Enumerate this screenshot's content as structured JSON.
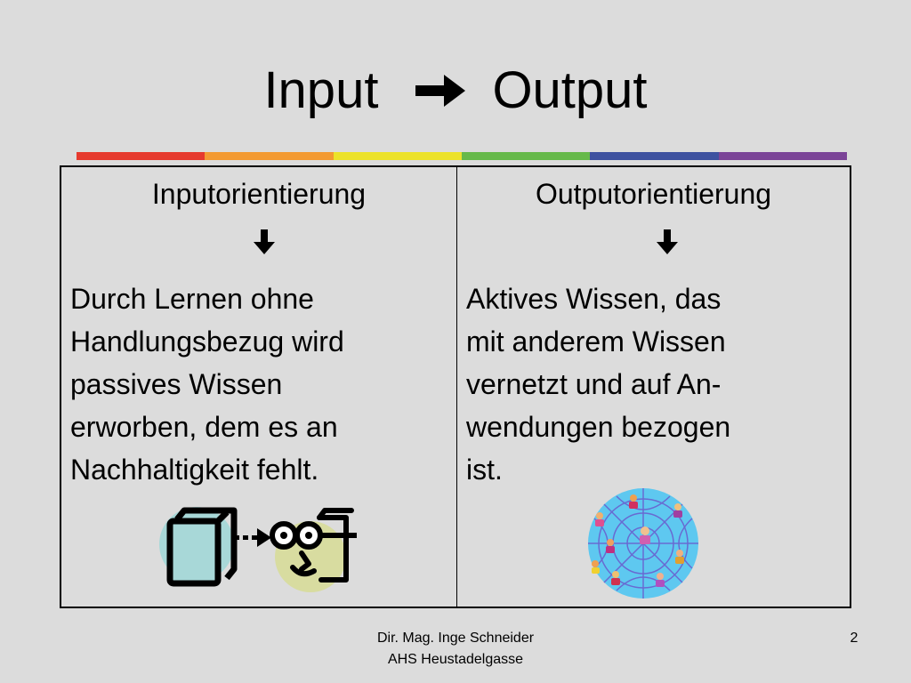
{
  "slide": {
    "title_left": "Input",
    "title_right": "Output",
    "arrow_icon": "bold-right-arrow-icon"
  },
  "rainbow_colors": [
    "#e63a2e",
    "#f39a32",
    "#ece22a",
    "#66b94a",
    "#3e52a0",
    "#7b4497"
  ],
  "left_column": {
    "heading": "Inputorientierung",
    "arrow_icon": "down-arrow-icon",
    "lines": [
      "Durch Lernen ohne",
      "Handlungsbezug wird",
      "passives Wissen",
      "erworben, dem es an",
      "Nachhaltigkeit fehlt."
    ],
    "image_icon": "book-to-reader-clipart"
  },
  "right_column": {
    "heading": "Outputorientierung",
    "arrow_icon": "down-arrow-icon",
    "lines": [
      "Aktives Wissen, das",
      "mit anderem Wissen",
      "vernetzt und auf An-",
      "wendungen bezogen",
      "ist."
    ],
    "image_icon": "network-people-clipart"
  },
  "footer": {
    "line1": "Dir. Mag. Inge Schneider",
    "line2": "AHS Heustadelgasse"
  },
  "page_number": "2"
}
